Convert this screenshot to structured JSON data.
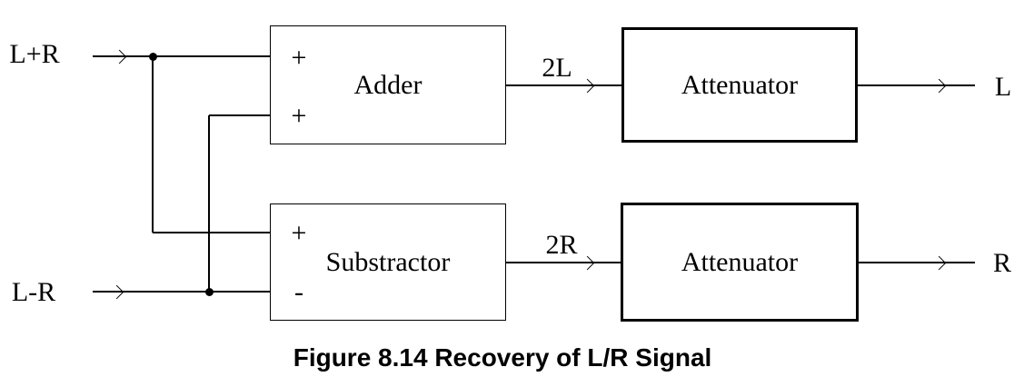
{
  "diagram": {
    "inputs": [
      {
        "label": "L+R"
      },
      {
        "label": "L-R"
      }
    ],
    "blocks": {
      "adder": {
        "label": "Adder",
        "port_top": "+",
        "port_bottom": "+"
      },
      "substractor": {
        "label": "Substractor",
        "port_top": "+",
        "port_bottom": "-"
      },
      "attenuator_top": {
        "label": "Attenuator"
      },
      "attenuator_bottom": {
        "label": "Attenuator"
      }
    },
    "signals": {
      "top_intermediate": "2L",
      "bottom_intermediate": "2R",
      "top_output": "L",
      "bottom_output": "R"
    }
  },
  "caption": "Figure 8.14 Recovery of L/R Signal",
  "colors": {
    "line": "#000000",
    "text": "#000000",
    "background": "#ffffff"
  }
}
